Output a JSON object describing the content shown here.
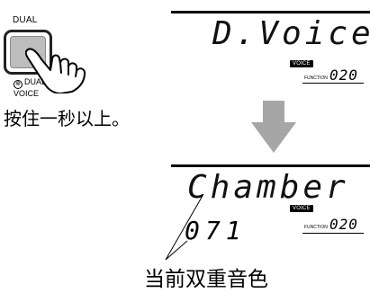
{
  "left_panel": {
    "button_title": "DUAL",
    "button_sub_icon": "⊕",
    "button_sub_line1": "DUAL",
    "button_sub_line2": "VOICE",
    "instruction": "按住一秒以上。"
  },
  "display_top": {
    "main_text": "D.Voice",
    "voice_badge": "VOICE",
    "function_label": "FUNCTION",
    "function_number": "020"
  },
  "display_bottom": {
    "main_text": "Chamber",
    "voice_badge": "VOICE",
    "function_label": "FUNCTION",
    "function_number": "020",
    "voice_number": "071"
  },
  "caption": "当前双重音色",
  "icons": {
    "hand": "hand-press-icon",
    "arrow": "arrow-down-icon"
  },
  "colors": {
    "arrow_gray": "#a6a6a6",
    "button_face": "#bdbdbd"
  }
}
